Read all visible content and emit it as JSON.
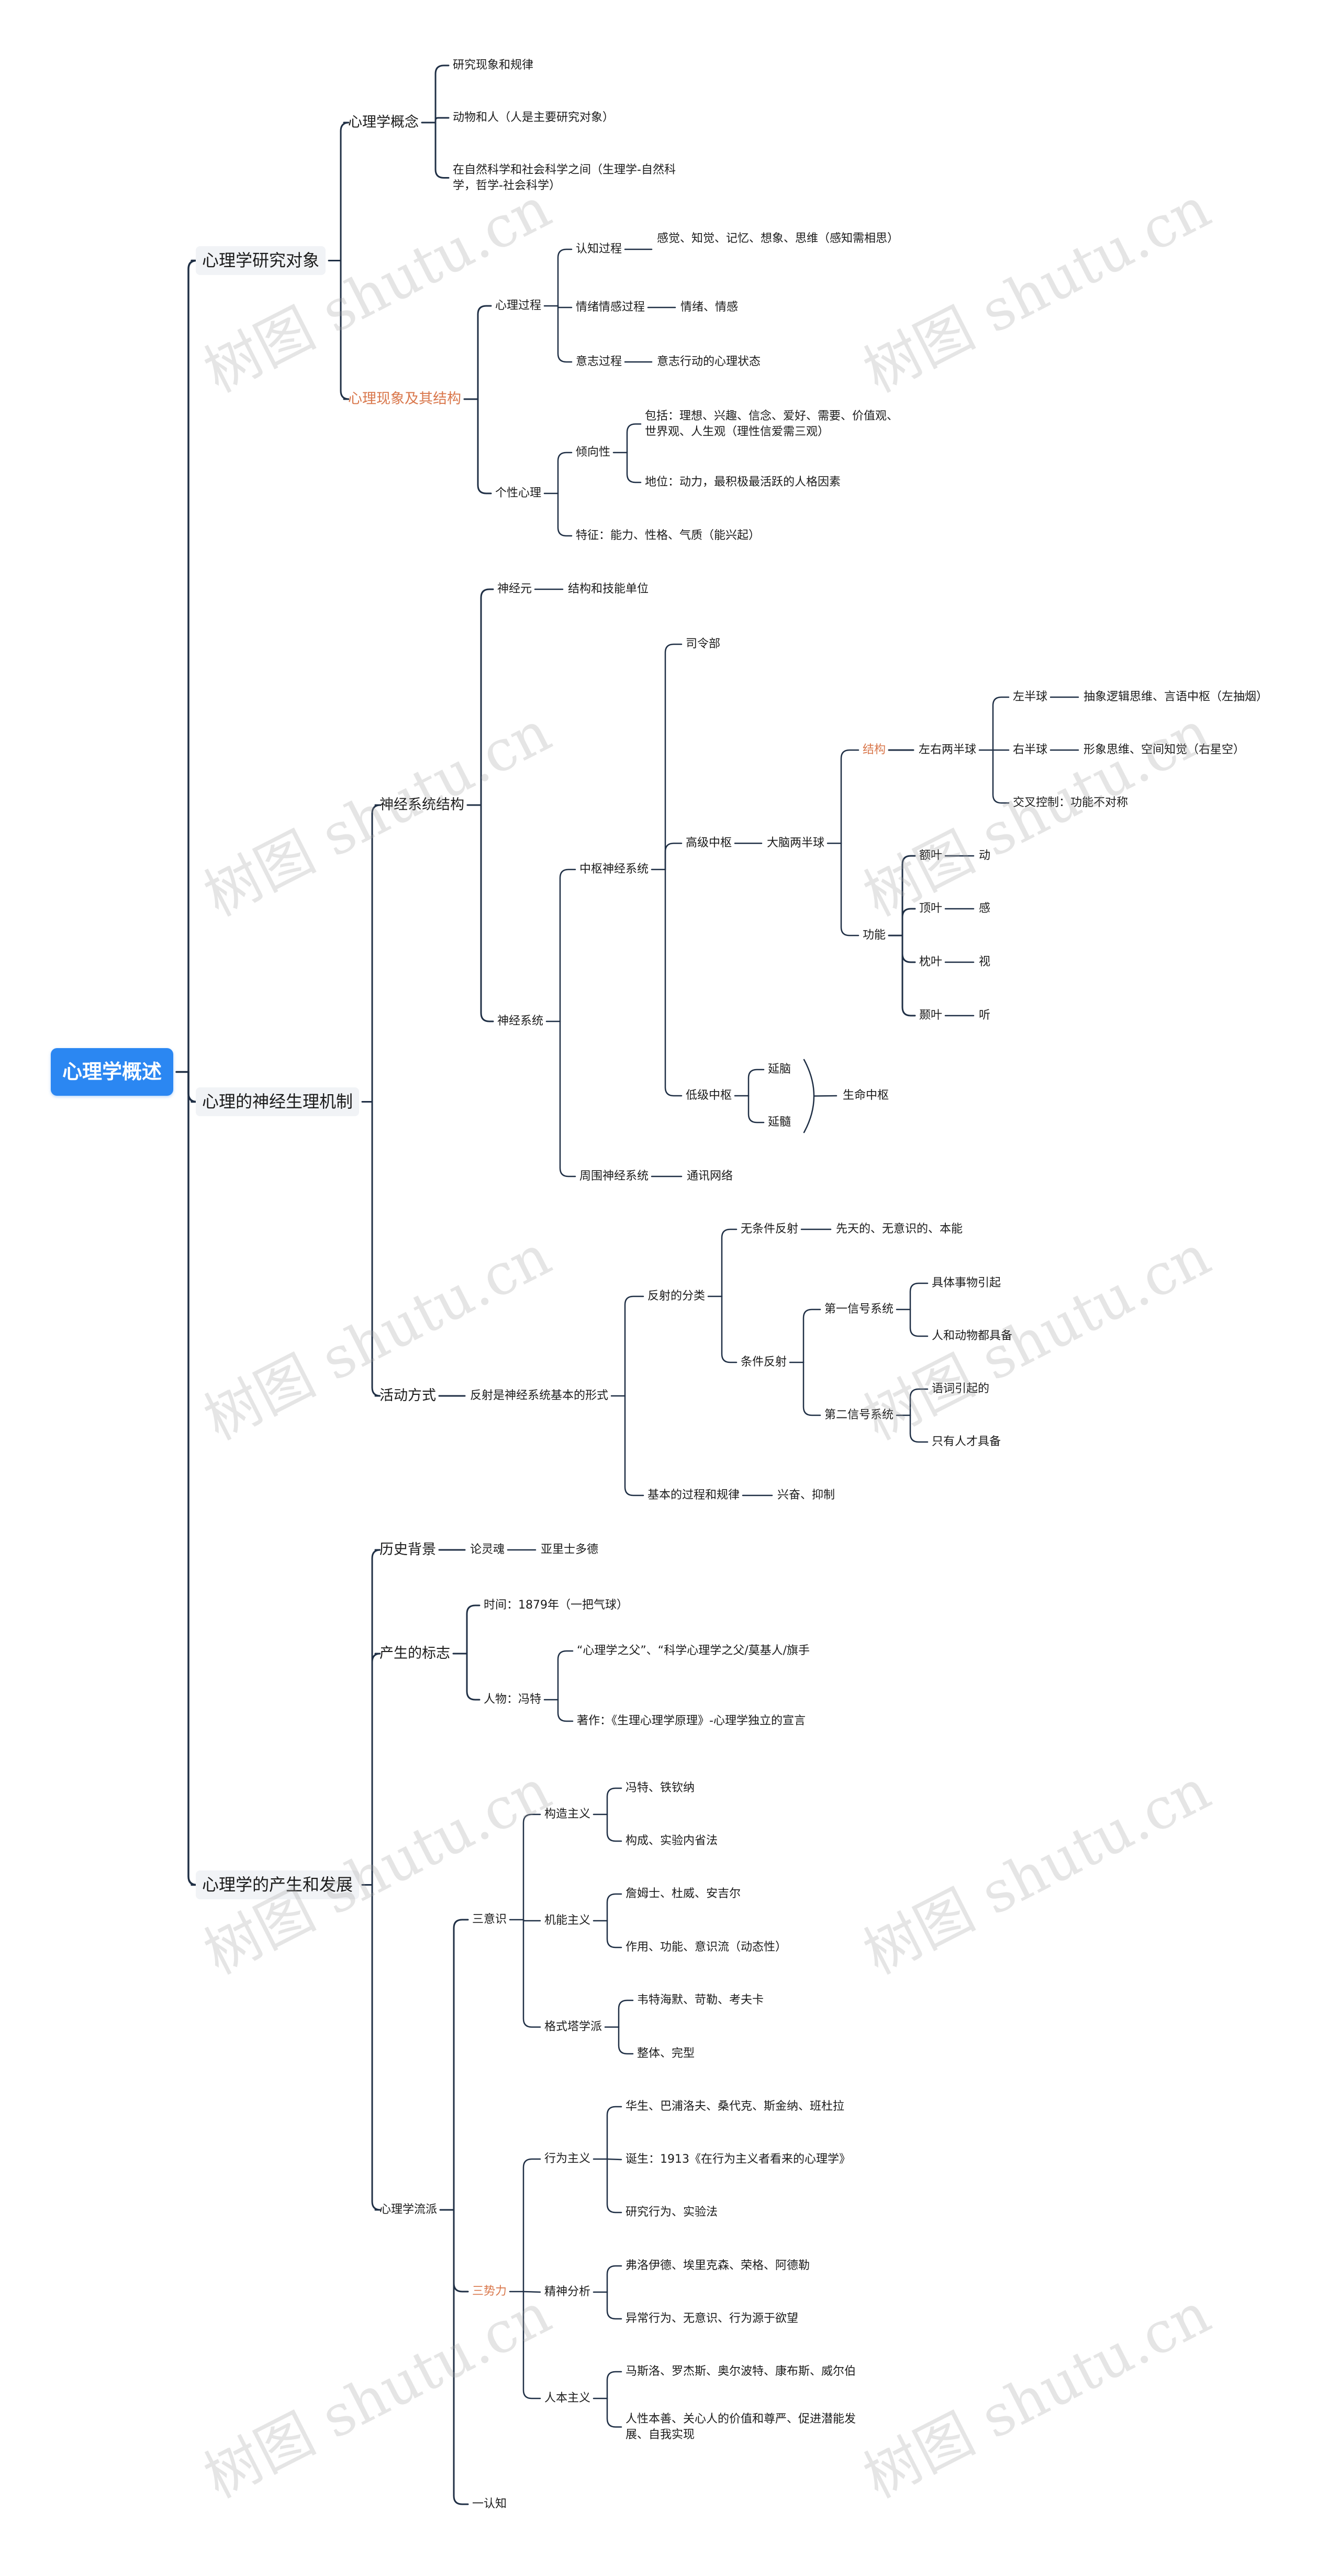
{
  "root": "心理学概述",
  "watermark": "树图 shutu.cn",
  "colors": {
    "line": "#1f2f45",
    "accent": "#d9774b",
    "root_bg": "#2b87f2",
    "chip_bg": "#f1f3f6"
  },
  "n": {
    "b1": "心理学研究对象",
    "b1_1": "心理学概念",
    "b1_1_1": "研究现象和规律",
    "b1_1_2": "动物和人（人是主要研究对象）",
    "b1_1_3": "在自然科学和社会科学之间（生理学-自然科学，哲学-社会科学）",
    "b1_2": "心理现象及其结构",
    "b1_2_1": "心理过程",
    "b1_2_1_1": "认知过程",
    "b1_2_1_1_1": "感觉、知觉、记忆、想象、思维（感知需相思）",
    "b1_2_1_2": "情绪情感过程",
    "b1_2_1_2_1": "情绪、情感",
    "b1_2_1_3": "意志过程",
    "b1_2_1_3_1": "意志行动的心理状态",
    "b1_2_2": "个性心理",
    "b1_2_2_1": "倾向性",
    "b1_2_2_1_1": "包括：理想、兴趣、信念、爱好、需要、价值观、世界观、人生观（理性信爱需三观）",
    "b1_2_2_1_2": "地位：动力，最积极最活跃的人格因素",
    "b1_2_2_2": "特征：能力、性格、气质（能兴起）",
    "b2": "心理的神经生理机制",
    "b2_1": "神经系统结构",
    "b2_1_1": "神经元",
    "b2_1_1_1": "结构和技能单位",
    "b2_1_2": "神经系统",
    "b2_1_2_1": "中枢神经系统",
    "b2_1_2_1_1": "司令部",
    "b2_1_2_1_2": "高级中枢",
    "b2_1_2_1_2_1": "大脑两半球",
    "b2_s": "结构",
    "b2_s_1": "左右两半球",
    "b2_s_1_1": "左半球",
    "b2_s_1_1_1": "抽象逻辑思维、言语中枢（左抽烟）",
    "b2_s_1_2": "右半球",
    "b2_s_1_2_1": "形象思维、空间知觉（右星空）",
    "b2_s_1_3": "交叉控制：功能不对称",
    "b2_f": "功能",
    "b2_f_1": "额叶",
    "b2_f_1_1": "动",
    "b2_f_2": "顶叶",
    "b2_f_2_1": "感",
    "b2_f_3": "枕叶",
    "b2_f_3_1": "视",
    "b2_f_4": "颞叶",
    "b2_f_4_1": "听",
    "b2_1_2_1_3": "低级中枢",
    "b2_1_2_1_3_1": "延脑",
    "b2_1_2_1_3_2": "延髓",
    "b2_1_2_1_3_s": "生命中枢",
    "b2_1_2_2": "周围神经系统",
    "b2_1_2_2_1": "通讯网络",
    "b2_2": "活动方式",
    "b2_2_1": "反射是神经系统基本的形式",
    "b2_2_1_1": "反射的分类",
    "b2_2_1_1_1": "无条件反射",
    "b2_2_1_1_1_1": "先天的、无意识的、本能",
    "b2_2_1_1_2": "条件反射",
    "b2_2_1_1_2_1": "第一信号系统",
    "b2_2_1_1_2_1_1": "具体事物引起",
    "b2_2_1_1_2_1_2": "人和动物都具备",
    "b2_2_1_1_2_2": "第二信号系统",
    "b2_2_1_1_2_2_1": "语词引起的",
    "b2_2_1_1_2_2_2": "只有人才具备",
    "b2_2_1_2": "基本的过程和规律",
    "b2_2_1_2_1": "兴奋、抑制",
    "b3": "心理学的产生和发展",
    "b3_1": "历史背景",
    "b3_1_1": "论灵魂",
    "b3_1_1_1": "亚里士多德",
    "b3_2": "产生的标志",
    "b3_2_1": "时间：1879年（一把气球）",
    "b3_2_2": "人物：冯特",
    "b3_2_2_1": "“心理学之父”、“科学心理学之父/莫基人/旗手",
    "b3_2_2_2": "著作：《生理心理学原理》-心理学独立的宣言",
    "b3_3": "心理学流派",
    "b3_3_1": "三意识",
    "b3_3_1_1": "构造主义",
    "b3_3_1_1_1": "冯特、铁钦纳",
    "b3_3_1_1_2": "构成、实验内省法",
    "b3_3_1_2": "机能主义",
    "b3_3_1_2_1": "詹姆士、杜威、安吉尔",
    "b3_3_1_2_2": "作用、功能、意识流（动态性）",
    "b3_3_1_3": "格式塔学派",
    "b3_3_1_3_1": "韦特海默、苛勒、考夫卡",
    "b3_3_1_3_2": "整体、完型",
    "b3_3_2": "三势力",
    "b3_3_2_1": "行为主义",
    "b3_3_2_1_1": "华生、巴浦洛夫、桑代克、斯金纳、班杜拉",
    "b3_3_2_1_2": "诞生：1913《在行为主义者看来的心理学》",
    "b3_3_2_1_3": "研究行为、实验法",
    "b3_3_2_2": "精神分析",
    "b3_3_2_2_1": "弗洛伊德、埃里克森、荣格、阿德勒",
    "b3_3_2_2_2": "异常行为、无意识、行为源于欲望",
    "b3_3_2_3": "人本主义",
    "b3_3_2_3_1": "马斯洛、罗杰斯、奥尔波特、康布斯、威尔伯",
    "b3_3_2_3_2": "人性本善、关心人的价值和尊严、促进潜能发展、自我实现",
    "b3_3_3": "一认知"
  }
}
